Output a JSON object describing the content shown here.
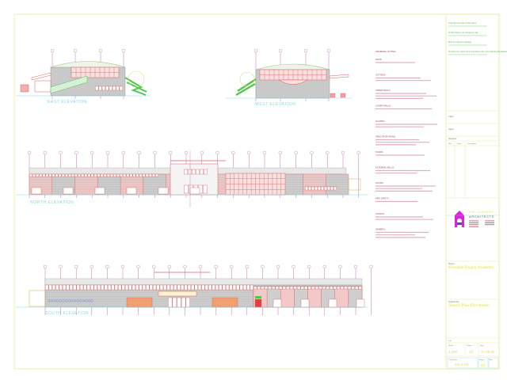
{
  "elevations": {
    "east": "EAST ELEVATION",
    "west": "WEST ELEVATION",
    "north": "NORTH ELEVATION",
    "south": "SOUTH ELEVATION"
  },
  "notes": {
    "heading": "GENERAL NOTES",
    "items": [
      "ROOF:",
      "GUTTERS:",
      "UPPER WALLS:",
      "LOWER WALLS:",
      "GLAZING:",
      "SPECTATOR STAND:",
      "STAIRS:",
      "EXTERNAL WALLS:",
      "DOORS:",
      "FIRE SAFETY:",
      "ACCESS:",
      "GENERAL:"
    ]
  },
  "title_block": {
    "top_notes": [
      "Copyright and scale of dimensions",
      "All dimensions to be checked on site",
      "Refer to engineer's drawings",
      "All work to be carried out in accordance with current Building Regulations"
    ],
    "client_label": "Client",
    "agent_label": "Agent",
    "revisions_label": "Revisions",
    "rev_cols": [
      "Rev",
      "Date",
      "Description"
    ],
    "firm_name": "D.G. DANDERS",
    "firm_sub": "ARCHITECTS",
    "project_label": "Project",
    "project": "Kinsdale Rugby Academy",
    "drawing_label": "Drawing title",
    "drawing_title": "Sketch Plan Elevations",
    "job_label": "Job",
    "scale_label": "Scale",
    "scale": "1:200",
    "drawn_label": "Drawn",
    "drawn": "JG",
    "date_label": "Date",
    "date": "21-08-06",
    "drawing_no_label": "Drawing no",
    "drawing_no": "XX-A-XX",
    "page_label": "Dwg no",
    "page": "03",
    "rev_label": "Rev",
    "rev": "-"
  },
  "colors": {
    "sheet": "#e8e890",
    "red": "#d04040",
    "cyan": "#60d0e0",
    "green": "#40c040",
    "magenta": "#e020e0",
    "text_title": "#e0e020"
  }
}
